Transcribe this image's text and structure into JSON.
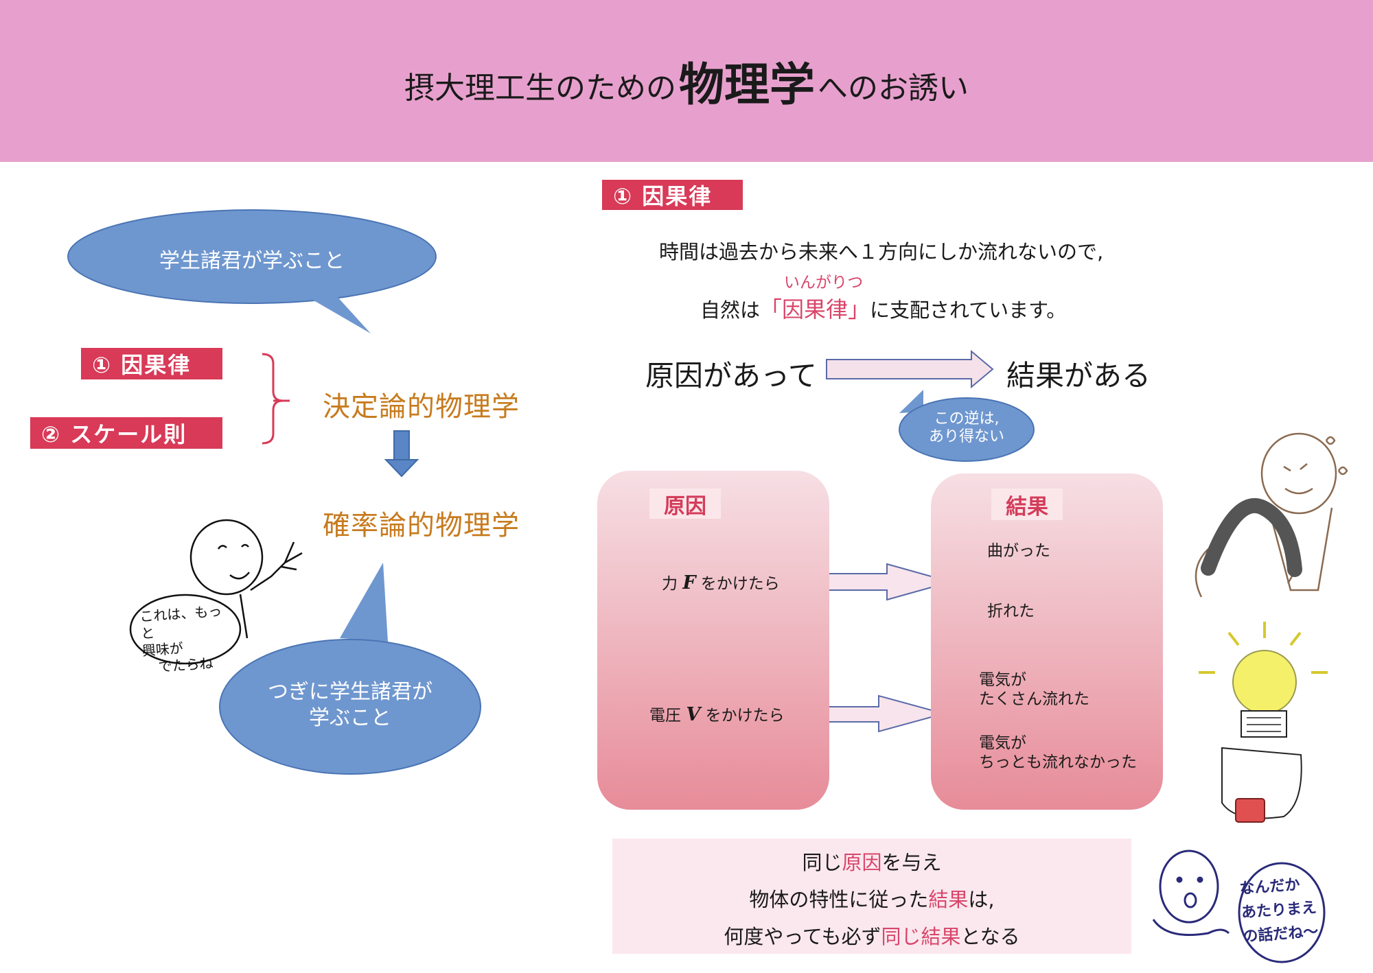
{
  "header": {
    "title_pre": "摂大理工生のための",
    "title_main": "物理学",
    "title_post": "へのお誘い"
  },
  "left": {
    "bubble_top": "学生諸君が学ぶこと",
    "item1": "① 因果律",
    "item2": "② スケール則",
    "deterministic": "決定論的物理学",
    "probabilistic": "確率論的物理学",
    "bubble_bottom_line1": "つぎに学生諸君が",
    "bubble_bottom_line2": "学ぶこと",
    "hand_line1": "これは、もっと",
    "hand_line2": "興味が",
    "hand_line3": "でたらね"
  },
  "right": {
    "section_label": "① 因果律",
    "sentence1": "時間は過去から未来へ１方向にしか流れないので,",
    "ruby": "いんがりつ",
    "sentence2_pre": "自然は",
    "sentence2_key": "「因果律」",
    "sentence2_post": "に支配されています。",
    "cause_phrase": "原因があって",
    "effect_phrase": "結果がある",
    "reverse_line1": "この逆は,",
    "reverse_line2": "あり得ない",
    "cause_label": "原因",
    "effect_label": "結果",
    "force_pre": "力",
    "force_var": "F",
    "force_post": "をかけたら",
    "voltage_pre": "電圧",
    "voltage_var": "V",
    "voltage_post": "をかけたら",
    "bent": "曲がった",
    "broke": "折れた",
    "current_much_1": "電気が",
    "current_much_2": "たくさん流れた",
    "current_none_1": "電気が",
    "current_none_2": "ちっとも流れなかった",
    "summary_l1_a": "同じ",
    "summary_l1_b": "原因",
    "summary_l1_c": "を与え",
    "summary_l2_a": "物体の特性に従った",
    "summary_l2_b": "結果",
    "summary_l2_c": "は,",
    "summary_l3_a": "何度やっても必ず",
    "summary_l3_b": "同じ結果",
    "summary_l3_c": "となる",
    "hand_br_1": "なんだか",
    "hand_br_2": "あたりまえ",
    "hand_br_3": "の話だね～"
  },
  "colors": {
    "header_bg": "#e7a0cd",
    "label_red": "#d83a57",
    "bubble_blue": "#6f97cf",
    "orange_text": "#c77b1e",
    "panel_top": "#f6dfe4",
    "panel_bottom": "#e78c99"
  }
}
